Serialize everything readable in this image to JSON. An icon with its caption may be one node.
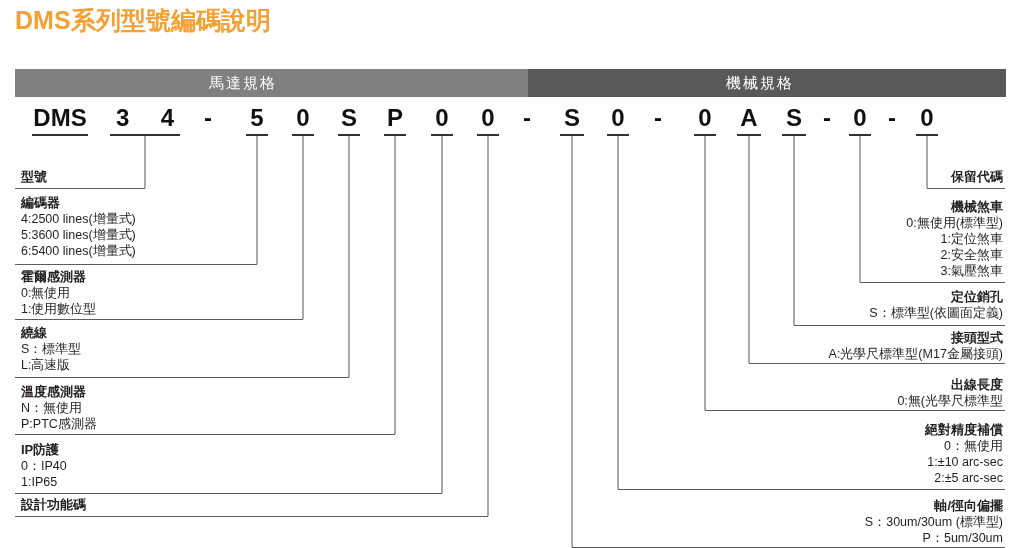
{
  "diagram": {
    "title": "DMS系列型號編碼說明",
    "nodes": [
      {
        "text": [
          "馬達規格"
        ]
      },
      {
        "text": [
          "機械規格"
        ]
      },
      {
        "text": [
          "DMS"
        ]
      },
      {
        "text": [
          "3",
          "4"
        ]
      },
      {
        "text": [
          "5"
        ]
      },
      {
        "text": [
          "0"
        ]
      },
      {
        "text": [
          "S"
        ]
      },
      {
        "text": [
          "P"
        ]
      },
      {
        "text": [
          "0"
        ]
      },
      {
        "text": [
          "0"
        ]
      },
      {
        "text": [
          "S"
        ]
      },
      {
        "text": [
          "0"
        ]
      },
      {
        "text": [
          "0"
        ]
      },
      {
        "text": [
          "A"
        ]
      },
      {
        "text": [
          "S"
        ]
      },
      {
        "text": [
          "0"
        ]
      },
      {
        "text": [
          "0"
        ]
      },
      {
        "text": [
          "型號"
        ]
      },
      {
        "text": [
          "編碼器",
          "4:2500 lines(增量式)",
          "5:3600 lines(增量式)",
          "6:5400 lines(增量式)"
        ]
      },
      {
        "text": [
          "霍爾感測器",
          "0:無使用",
          "1:使用數位型"
        ]
      },
      {
        "text": [
          "繞線",
          "S：標準型",
          "L:高速版"
        ]
      },
      {
        "text": [
          "溫度感測器",
          "N：無使用",
          "P:PTC感測器"
        ]
      },
      {
        "text": [
          "IP防護",
          "0：IP40",
          "1:IP65"
        ]
      },
      {
        "text": [
          "設計功能碼"
        ]
      },
      {
        "text": [
          "保留代碼"
        ]
      },
      {
        "text": [
          "機械煞車",
          "0:無使用(標準型)",
          "1:定位煞車",
          "2:安全煞車",
          "3:氣壓煞車"
        ]
      },
      {
        "text": [
          "定位銷孔",
          "S：標準型(依圖面定義)"
        ]
      },
      {
        "text": [
          "接頭型式",
          "A:光學尺標準型(M17金屬接頭)"
        ]
      },
      {
        "text": [
          "出線長度",
          "0:無(光學尺標準型"
        ]
      },
      {
        "text": [
          "絕對精度補償",
          "0：無使用",
          "1:±10 arc-sec",
          "2:±5 arc-sec"
        ]
      },
      {
        "text": [
          "軸/徑向偏擺",
          "S：30um/30um (標準型)",
          "P：5um/30um"
        ]
      }
    ],
    "edges": [
      {
        "from": 3,
        "to": 17,
        "arrow": "none"
      },
      {
        "from": 4,
        "to": 18,
        "arrow": "none"
      },
      {
        "from": 5,
        "to": 19,
        "arrow": "none"
      },
      {
        "from": 6,
        "to": 20,
        "arrow": "none"
      },
      {
        "from": 7,
        "to": 21,
        "arrow": "none"
      },
      {
        "from": 8,
        "to": 22,
        "arrow": "none"
      },
      {
        "from": 9,
        "to": 23,
        "arrow": "none"
      },
      {
        "from": 10,
        "to": 30,
        "arrow": "none"
      },
      {
        "from": 11,
        "to": 29,
        "arrow": "none"
      },
      {
        "from": 12,
        "to": 28,
        "arrow": "none"
      },
      {
        "from": 13,
        "to": 27,
        "arrow": "none"
      },
      {
        "from": 14,
        "to": 26,
        "arrow": "none"
      },
      {
        "from": 15,
        "to": 25,
        "arrow": "none"
      },
      {
        "from": 16,
        "to": 24,
        "arrow": "none"
      }
    ],
    "labels": [
      "-",
      "-",
      "-",
      "-",
      "-"
    ]
  }
}
